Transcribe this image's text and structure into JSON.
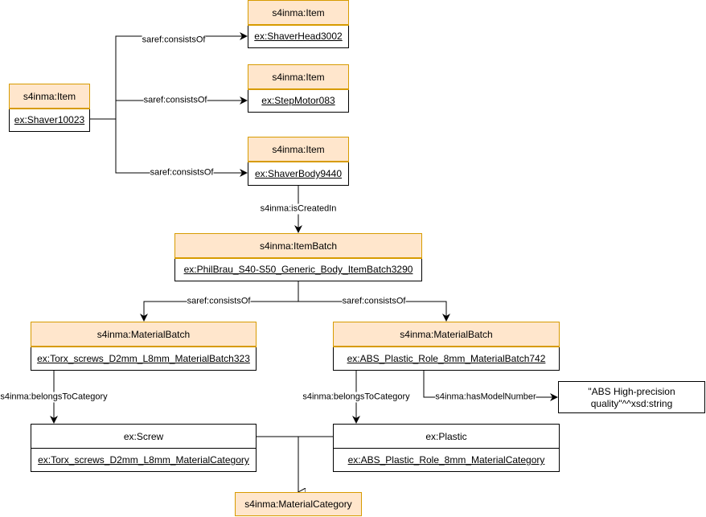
{
  "nodes": {
    "shaver": {
      "type": "s4inma:Item",
      "id": "ex:Shaver10023"
    },
    "shaver_head": {
      "type": "s4inma:Item",
      "id": "ex:ShaverHead3002"
    },
    "step_motor": {
      "type": "s4inma:Item",
      "id": "ex:StepMotor083"
    },
    "shaver_body": {
      "type": "s4inma:Item",
      "id": "ex:ShaverBody9440"
    },
    "item_batch": {
      "type": "s4inma:ItemBatch",
      "id": "ex:PhilBrau_S40-S50_Generic_Body_ItemBatch3290"
    },
    "material_batch_screws": {
      "type": "s4inma:MaterialBatch",
      "id": "ex:Torx_screws_D2mm_L8mm_MaterialBatch323"
    },
    "material_batch_plastic": {
      "type": "s4inma:MaterialBatch",
      "id": "ex:ABS_Plastic_Role_8mm_MaterialBatch742"
    },
    "category_screw": {
      "name": "ex:Screw",
      "id": "ex:Torx_screws_D2mm_L8mm_MaterialCategory"
    },
    "category_plastic": {
      "name": "ex:Plastic",
      "id": "ex:ABS_Plastic_Role_8mm_MaterialCategory"
    },
    "material_category": {
      "type": "s4inma:MaterialCategory"
    },
    "model_number_literal": {
      "line1": "\"ABS High-precision",
      "line2": "quality\"^^xsd:string"
    }
  },
  "edges": {
    "consists_head": "saref:consistsOf",
    "consists_motor": "saref:consistsOf",
    "consists_body": "saref:consistsOf",
    "is_created_in": "s4inma:isCreatedIn",
    "consists_screws": "saref:consistsOf",
    "consists_plastic": "saref:consistsOf",
    "belongs_screws": "s4inma:belongsToCategory",
    "belongs_plastic": "s4inma:belongsToCategory",
    "has_model_number": "s4inma:hasModelNumber"
  },
  "colors": {
    "class_fill": "#ffe6cc",
    "class_stroke": "#d79b00",
    "line": "#000000"
  }
}
